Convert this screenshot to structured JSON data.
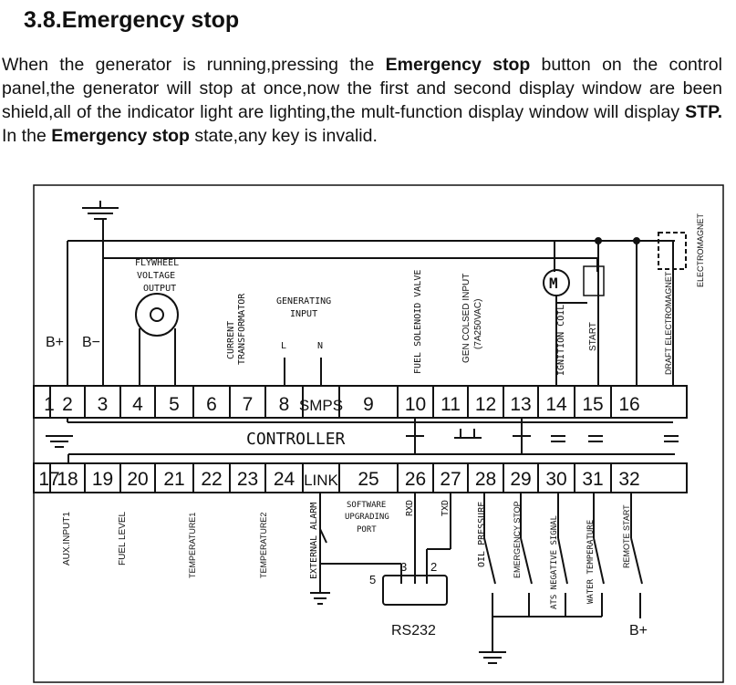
{
  "heading": "3.8.Emergency stop",
  "paragraph": {
    "p1": "When the generator is running,pressing the ",
    "b1": "Emergency stop",
    "p2": " button on the control panel,the generator will stop at once,now the first and second display window are been shield,all of the indicator light are lighting,the mult-function display window will display ",
    "b2": "STP.",
    "p3": " In the ",
    "b3": "Emergency stop",
    "p4": " state,any key is invalid."
  },
  "diagram": {
    "top_terminals": [
      "1",
      "2",
      "3",
      "4",
      "5",
      "6",
      "7",
      "8",
      "SMPS",
      "9",
      "10",
      "11",
      "12",
      "13",
      "14",
      "15",
      "16"
    ],
    "bottom_terminals": [
      "17",
      "18",
      "19",
      "20",
      "21",
      "22",
      "23",
      "24",
      "LINK",
      "25",
      "26",
      "27",
      "28",
      "29",
      "30",
      "31",
      "32"
    ],
    "controller": "CONTROLLER",
    "b_plus": "B+",
    "b_minus": "B−",
    "flywheel": [
      "FLYWHEEL",
      "VOLTAGE",
      "OUTPUT"
    ],
    "current_transformator": [
      "CURRENT",
      "TRANSFORMATOR"
    ],
    "generating_input": [
      "GENERATING",
      "INPUT"
    ],
    "l": "L",
    "n": "N",
    "fuel_solenoid_valve": "FUEL SOLENOID VALVE",
    "gen_closed_input": [
      "GEN COLSED INPUT",
      "(7A250VAC)"
    ],
    "motor": "M",
    "ignition_coil": "IGNITION COIL",
    "start": "START",
    "draft_electromagnet": "DRAFT ELECTROMAGNET",
    "electromagnet": "ELECTROMAGNET",
    "aux_input1": "AUX.INPUT1",
    "fuel_level": "FUEL LEVEL",
    "temperature1": "TEMPERATURE1",
    "temperature2": "TEMPERATURE2",
    "external_alarm": "EXTERNAL ALARM",
    "software_port": [
      "SOFTWARE",
      "UPGRADING",
      "PORT"
    ],
    "rxd": "RXD",
    "txd": "TXD",
    "pin3": "3",
    "pin2": "2",
    "pin5": "5",
    "rs232": "RS232",
    "oil_pressure": "OIL PRESSURE",
    "emergency_stop": "EMERGENCY STOP",
    "ats_negative": "ATS NEGATIVE SIGNAL",
    "water_temperature": "WATER TEMPERATURE",
    "remote_start": "REMOTE START",
    "b_plus_bottom": "B+"
  }
}
